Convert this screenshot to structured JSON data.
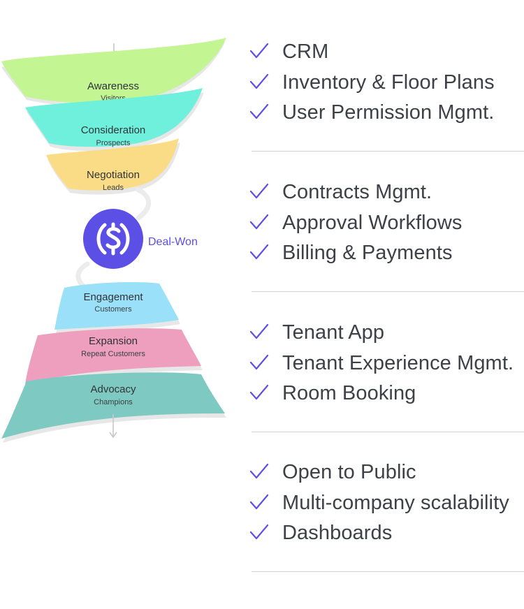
{
  "funnel": {
    "stages_top": [
      {
        "title": "Awareness",
        "subtitle": "Visitors",
        "color": "#c3f592"
      },
      {
        "title": "Consideration",
        "subtitle": "Prospects",
        "color": "#6ef0dd"
      },
      {
        "title": "Negotiation",
        "subtitle": "Leads",
        "color": "#fbdc86"
      }
    ],
    "deal": {
      "label": "Deal-Won",
      "icon": "dollar-coin-icon",
      "color": "#5b4fe6"
    },
    "stages_bottom": [
      {
        "title": "Engagement",
        "subtitle": "Customers",
        "color": "#9be0f9"
      },
      {
        "title": "Expansion",
        "subtitle": "Repeat Customers",
        "color": "#ee9fbe"
      },
      {
        "title": "Advocacy",
        "subtitle": "Champions",
        "color": "#7ecac3"
      }
    ]
  },
  "feature_groups": [
    {
      "items": [
        "CRM",
        "Inventory & Floor Plans",
        "User Permission Mgmt."
      ]
    },
    {
      "items": [
        "Contracts Mgmt.",
        "Approval Workflows",
        "Billing & Payments"
      ]
    },
    {
      "items": [
        "Tenant App",
        "Tenant Experience Mgmt.",
        "Room Booking"
      ]
    },
    {
      "items": [
        "Open to Public",
        "Multi-company scalability",
        "Dashboards"
      ]
    }
  ],
  "check_color": "#5b4fe6"
}
